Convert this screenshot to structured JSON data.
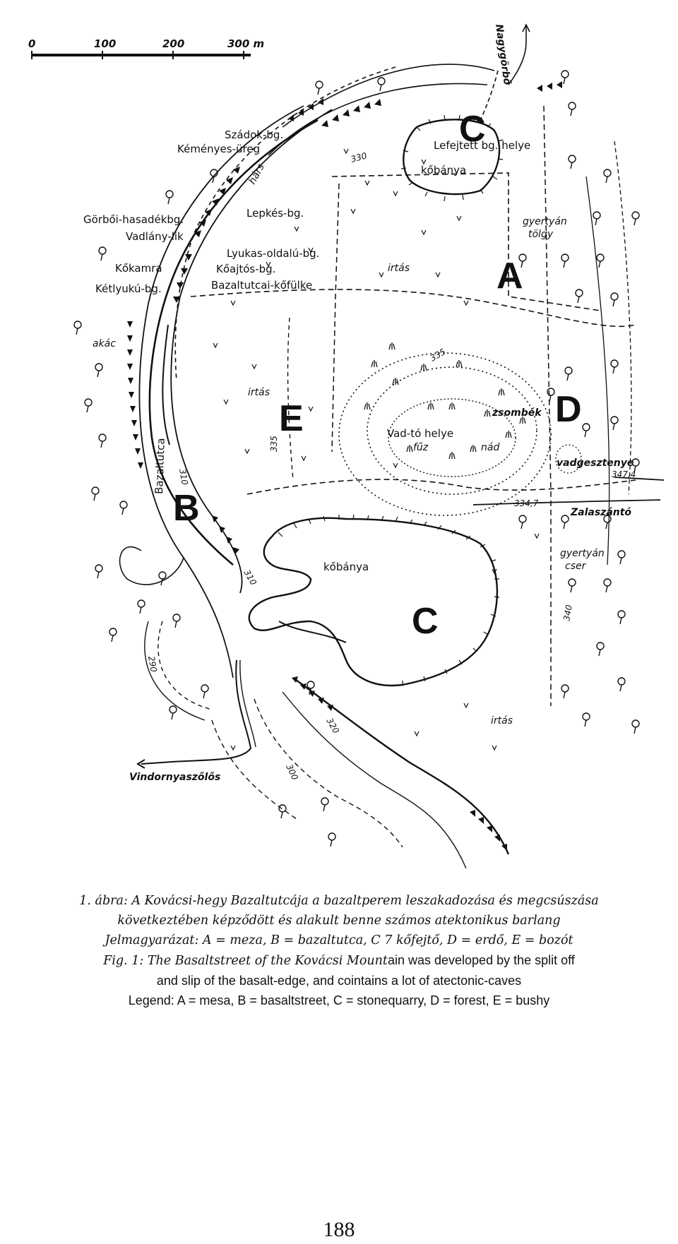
{
  "map": {
    "scale_labels": [
      "0",
      "100",
      "200",
      "300 m"
    ],
    "zone_letters": {
      "a": "A",
      "b": "B",
      "c_top": "C",
      "c_bottom": "C",
      "d": "D",
      "e": "E"
    },
    "cave_labels": [
      "Szádok-bg.",
      "Kéményes-üreg",
      "Görbői-hasadékbg.",
      "Lepkés-bg.",
      "Vadlány-lik",
      "Lyukas-oldalú-bg.",
      "Kőkamra",
      "Kőajtós-bg.",
      "Kétlyukú-bg.",
      "Bazaltutcai-kőfülke"
    ],
    "place_labels": {
      "lefejtett": "Lefejtett bg. helye",
      "kobanya_top": "kőbánya",
      "kobanya_main": "kőbánya",
      "vad_to": "Vad-tó helye",
      "bazaltutca": "Bazaltutca",
      "nagygorbo": "Nagygörbő",
      "zalaszanto": "Zalaszántó",
      "vindornyaszolos": "Vindornyaszőlős"
    },
    "vegetation_labels": {
      "hars": "hárs",
      "gyertyan_tolgy": [
        "gyertyán",
        "tölgy"
      ],
      "irtas_1": "irtás",
      "irtas_2": "irtás",
      "irtas_3": "irtás",
      "akac": "akác",
      "zsombek": "zsombék",
      "fuz": "fűz",
      "nad": "nád",
      "vadgesztenye": "vadgesztenye",
      "gyertyan_cser": [
        "gyertyán",
        "cser"
      ]
    },
    "contour_labels": [
      "330",
      "335",
      "335",
      "334,7",
      "310",
      "310",
      "300",
      "290",
      "320",
      "340",
      "347,4"
    ]
  },
  "caption": {
    "hu_line1": "1. ábra: A Kovácsi-hegy Bazaltutcája a bazaltperem leszakadozása és megcsúszása",
    "hu_line2": "következtében képződött és alakult benne számos atektonikus barlang",
    "hu_line3": "Jelmagyarázat: A = meza, B = bazaltutca, C 7 kőfejtő, D = erdő, E = bozót",
    "en_line1_italic": "Fig. 1: The Basaltstreet of the Kovácsi Mount",
    "en_line1_rest": "ain was developed by the split off",
    "en_line2": "and slip of the basalt-edge, and cointains a lot of atectonic-caves",
    "en_line3": "Legend: A = mesa, B = basaltstreet, C = stonequarry, D = forest, E = bushy"
  },
  "page_number": "188"
}
